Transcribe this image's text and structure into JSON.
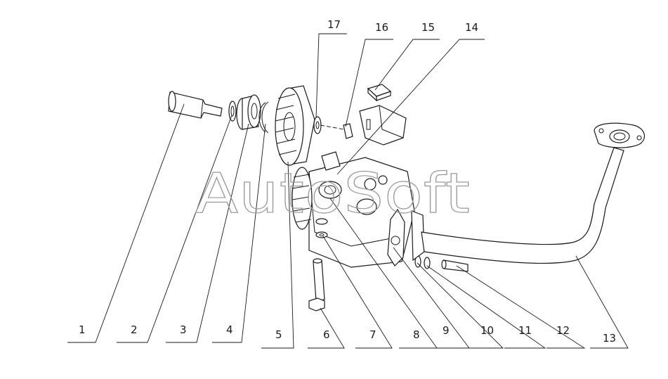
{
  "watermark": "AutoSoft",
  "callouts": [
    "1",
    "2",
    "3",
    "4",
    "5",
    "6",
    "7",
    "8",
    "9",
    "10",
    "11",
    "12",
    "13",
    "14",
    "15",
    "16",
    "17"
  ]
}
